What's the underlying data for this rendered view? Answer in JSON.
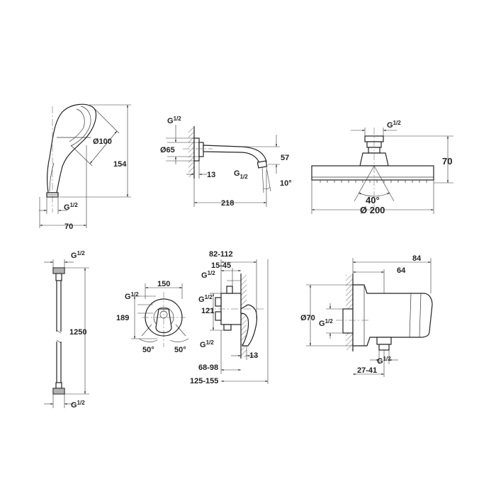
{
  "hand_shower": {
    "dia": "Ø100",
    "height": "154",
    "thread": "G",
    "thread_frac": "1/2",
    "width": "70"
  },
  "shower_arm": {
    "thread_top": "G",
    "thread_top_frac": "1/2",
    "dia": "Ø65",
    "depth": "13",
    "rise": "57",
    "thread_tip": "G",
    "thread_tip_frac": "1/2",
    "angle": "10°",
    "length": "218"
  },
  "head_shower": {
    "thread": "G",
    "thread_frac": "1/2",
    "height": "70",
    "angle": "40°",
    "dia": "Ø 200"
  },
  "hose": {
    "thread_top": "G",
    "thread_top_frac": "1/2",
    "length": "1250",
    "thread_bottom": "G",
    "thread_bottom_frac": "1/2"
  },
  "mixer_front": {
    "width": "150",
    "height": "189",
    "thread": "G",
    "thread_frac": "1/2",
    "angle_left": "50°",
    "angle_right": "50°"
  },
  "mixer_side": {
    "d1": "82-112",
    "d2": "15-45",
    "thread_top": "G",
    "thread_top_frac": "1/2",
    "d3": "121",
    "thread_mid": "G",
    "thread_mid_frac": "1/2",
    "thread_bottom": "G",
    "thread_bottom_frac": "1/2",
    "d4": "13",
    "d5": "68-98",
    "d6": "125-155"
  },
  "wall_outlet": {
    "w1": "84",
    "w2": "64",
    "dia": "Ø70",
    "thread_left": "G",
    "thread_left_frac": "1/2",
    "thread_bottom": "G",
    "thread_bottom_frac": "1/2",
    "w3": "27-41"
  }
}
